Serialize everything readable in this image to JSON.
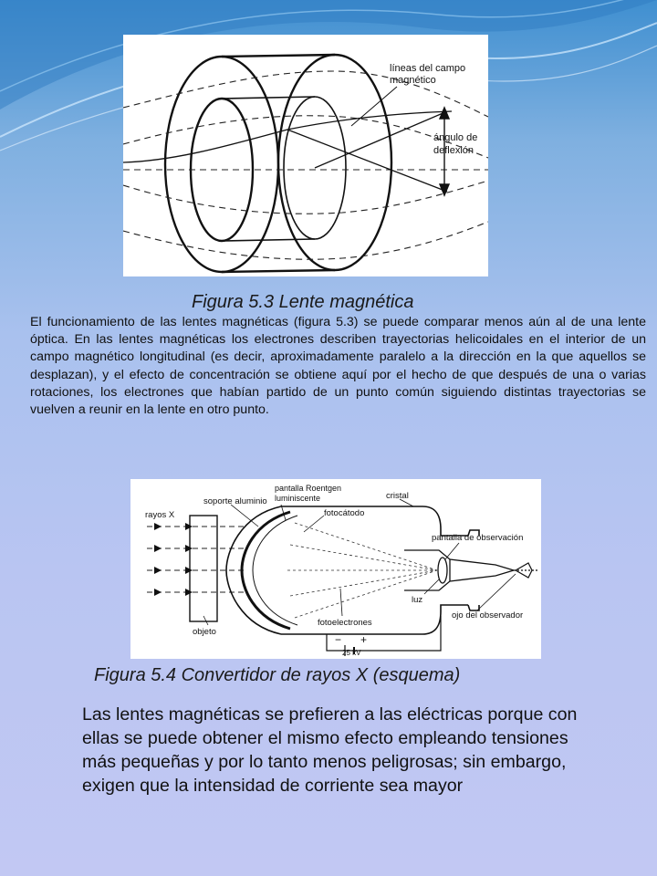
{
  "figures": {
    "lens": {
      "caption": "Figura 5.3 Lente magnética",
      "labels": {
        "field_lines": [
          "líneas del campo",
          "magnético"
        ],
        "deflection": [
          "ángulo de",
          "deflexión"
        ]
      }
    },
    "converter": {
      "caption": "Figura 5.4 Convertidor de rayos X (esquema)",
      "labels": {
        "xrays": "rayos X",
        "aluminum": "soporte aluminio",
        "roentgen_screen": [
          "pantalla Roentgen",
          "luminiscente"
        ],
        "photocathode": "fotocátodo",
        "glass": "cristal",
        "observation_screen": "pantalla de observación",
        "light": "luz",
        "eye": "ojo del observador",
        "photoelectrons": "fotoelectrones",
        "object": "objeto",
        "voltage": "25 kV",
        "minus": "−",
        "plus": "+"
      }
    }
  },
  "text": {
    "paragraph1": "El funcionamiento de las lentes magnéticas (figura 5.3) se puede comparar menos aún al de una lente óptica. En las lentes magnéticas los electrones describen trayectorias helicoidales en el interior de un campo magnético longitudinal (es decir, aproximadamente paralelo a la dirección en la que aquellos se desplazan), y el efecto de concentración se obtiene aquí por el hecho de que después de una o varias rotaciones, los electrones que habían partido de un punto común siguiendo distintas trayectorias se vuelven a reunir en la lente en otro punto.",
    "paragraph2": "Las lentes magnéticas se prefieren a las eléctricas porque con ellas se puede obtener el mismo efecto empleando tensiones más pequeñas y por lo tanto menos peligrosas; sin embargo, exigen que la intensidad de corriente sea mayor"
  },
  "colors": {
    "background_top": "#3f8fd0",
    "background_bottom": "#c2c8f3"
  }
}
